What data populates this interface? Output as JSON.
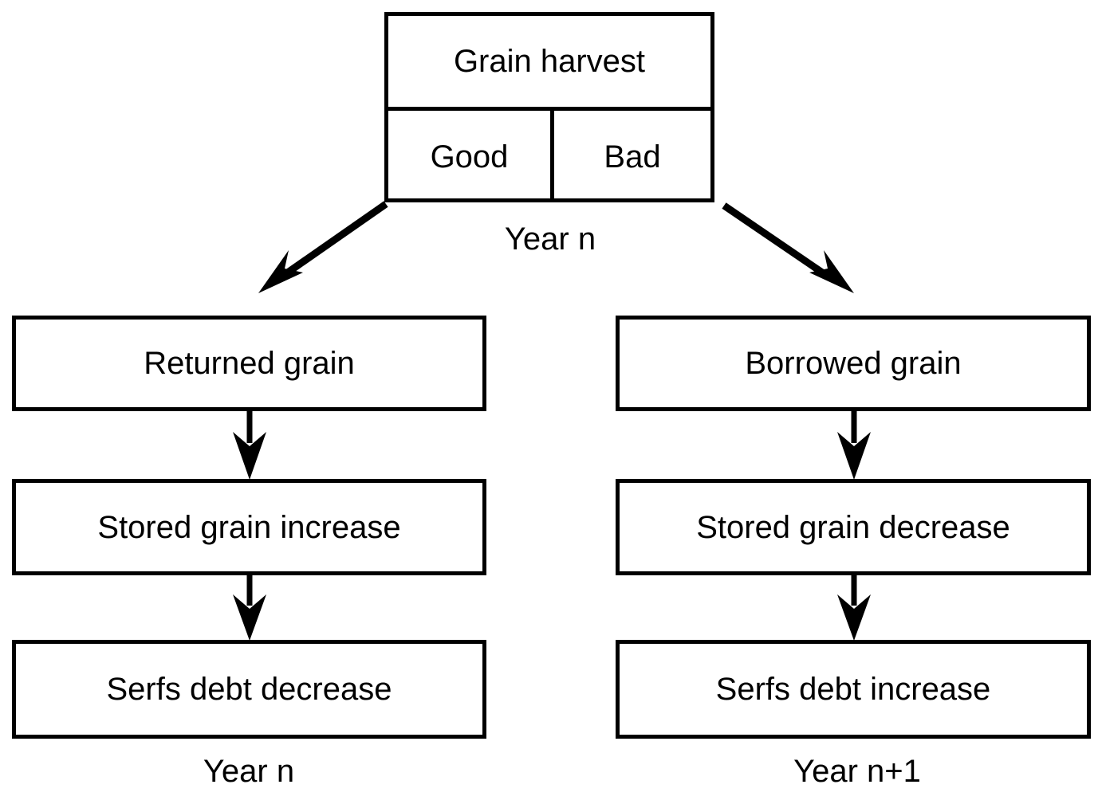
{
  "diagram": {
    "title_node": {
      "header": "Grain harvest",
      "branches": [
        {
          "key": "good",
          "label": "Good"
        },
        {
          "key": "bad",
          "label": "Bad"
        }
      ]
    },
    "columns": {
      "left": {
        "nodes": [
          {
            "key": "returned-grain",
            "label": "Returned grain"
          },
          {
            "key": "stored-grain-increase",
            "label": "Stored grain increase"
          },
          {
            "key": "serfs-debt-decrease",
            "label": "Serfs debt decrease"
          }
        ],
        "footer_label": "Year n"
      },
      "right": {
        "nodes": [
          {
            "key": "borrowed-grain",
            "label": "Borrowed grain"
          },
          {
            "key": "stored-grain-decrease",
            "label": "Stored grain decrease"
          },
          {
            "key": "serfs-debt-increase",
            "label": "Serfs debt increase"
          }
        ],
        "footer_label": "Year n+1"
      }
    },
    "top_footer_label": "Year n",
    "colors": {
      "stroke": "#000000",
      "fill": "#ffffff",
      "text": "#000000"
    },
    "icons": {
      "branch_left": "arrow-down-left-icon",
      "branch_right": "arrow-down-right-icon",
      "flow": "arrow-down-icon"
    }
  }
}
